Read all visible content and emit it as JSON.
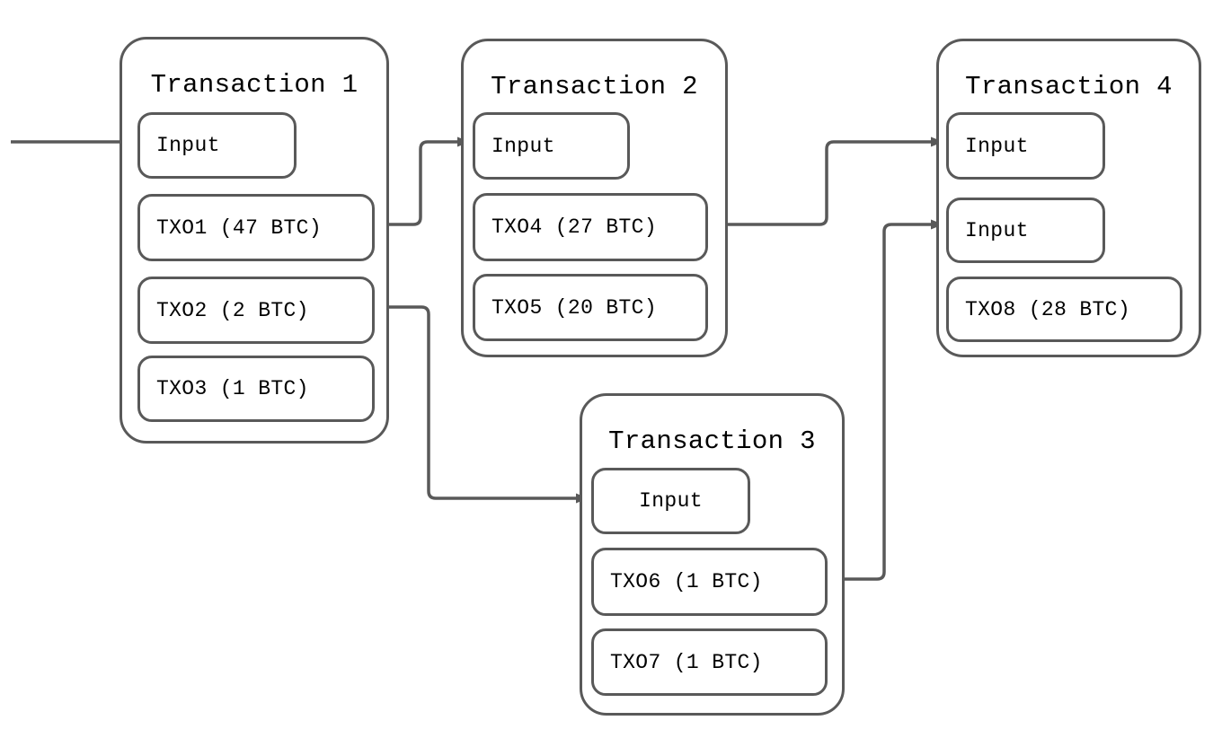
{
  "colors": {
    "background": "#ffffff",
    "stroke": "#595959",
    "text": "#000000"
  },
  "transactions": [
    {
      "id": "tx1",
      "title": "Transaction 1",
      "nodes": [
        {
          "label": "Input"
        },
        {
          "label": "TXO1 (47 BTC)"
        },
        {
          "label": "TXO2 (2 BTC)"
        },
        {
          "label": "TXO3 (1 BTC)"
        }
      ]
    },
    {
      "id": "tx2",
      "title": "Transaction 2",
      "nodes": [
        {
          "label": "Input"
        },
        {
          "label": "TXO4 (27 BTC)"
        },
        {
          "label": "TXO5 (20 BTC)"
        }
      ]
    },
    {
      "id": "tx3",
      "title": "Transaction 3",
      "nodes": [
        {
          "label": "Input"
        },
        {
          "label": "TXO6 (1 BTC)"
        },
        {
          "label": "TXO7 (1 BTC)"
        }
      ]
    },
    {
      "id": "tx4",
      "title": "Transaction 4",
      "nodes": [
        {
          "label": "Input"
        },
        {
          "label": "Input"
        },
        {
          "label": "TXO8 (28 BTC)"
        }
      ]
    }
  ],
  "edges": [
    {
      "from": "external",
      "to": "transaction-1-input"
    },
    {
      "from": "transaction-1-txo1",
      "to": "transaction-2-input"
    },
    {
      "from": "transaction-1-txo2",
      "to": "transaction-3-input"
    },
    {
      "from": "transaction-2-txo4",
      "to": "transaction-4-input-1"
    },
    {
      "from": "transaction-3-txo6",
      "to": "transaction-4-input-2"
    }
  ]
}
